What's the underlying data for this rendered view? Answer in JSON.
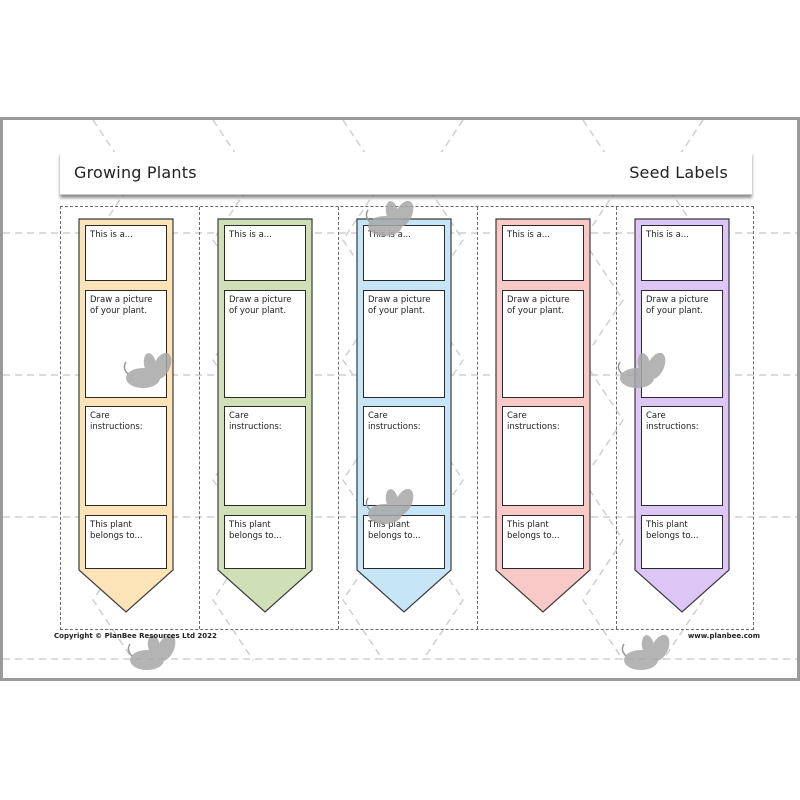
{
  "header": {
    "left_title": "Growing Plants",
    "right_title": "Seed Labels"
  },
  "box_labels": {
    "name": "This is a...",
    "picture": "Draw a picture of your plant.",
    "care": "Care instructions:",
    "owner": "This plant belongs to..."
  },
  "labels": [
    {
      "fill": "#fde4b8",
      "stroke": "#d9b57a"
    },
    {
      "fill": "#cfe0b6",
      "stroke": "#8fa86c"
    },
    {
      "fill": "#c6e6f7",
      "stroke": "#6fb5d8"
    },
    {
      "fill": "#f8c9c7",
      "stroke": "#d98d8a"
    },
    {
      "fill": "#dcc6f5",
      "stroke": "#9b78c8"
    }
  ],
  "footer": {
    "copyright": "Copyright © PlanBee Resources Ltd 2022",
    "website": "www.planbee.com"
  }
}
